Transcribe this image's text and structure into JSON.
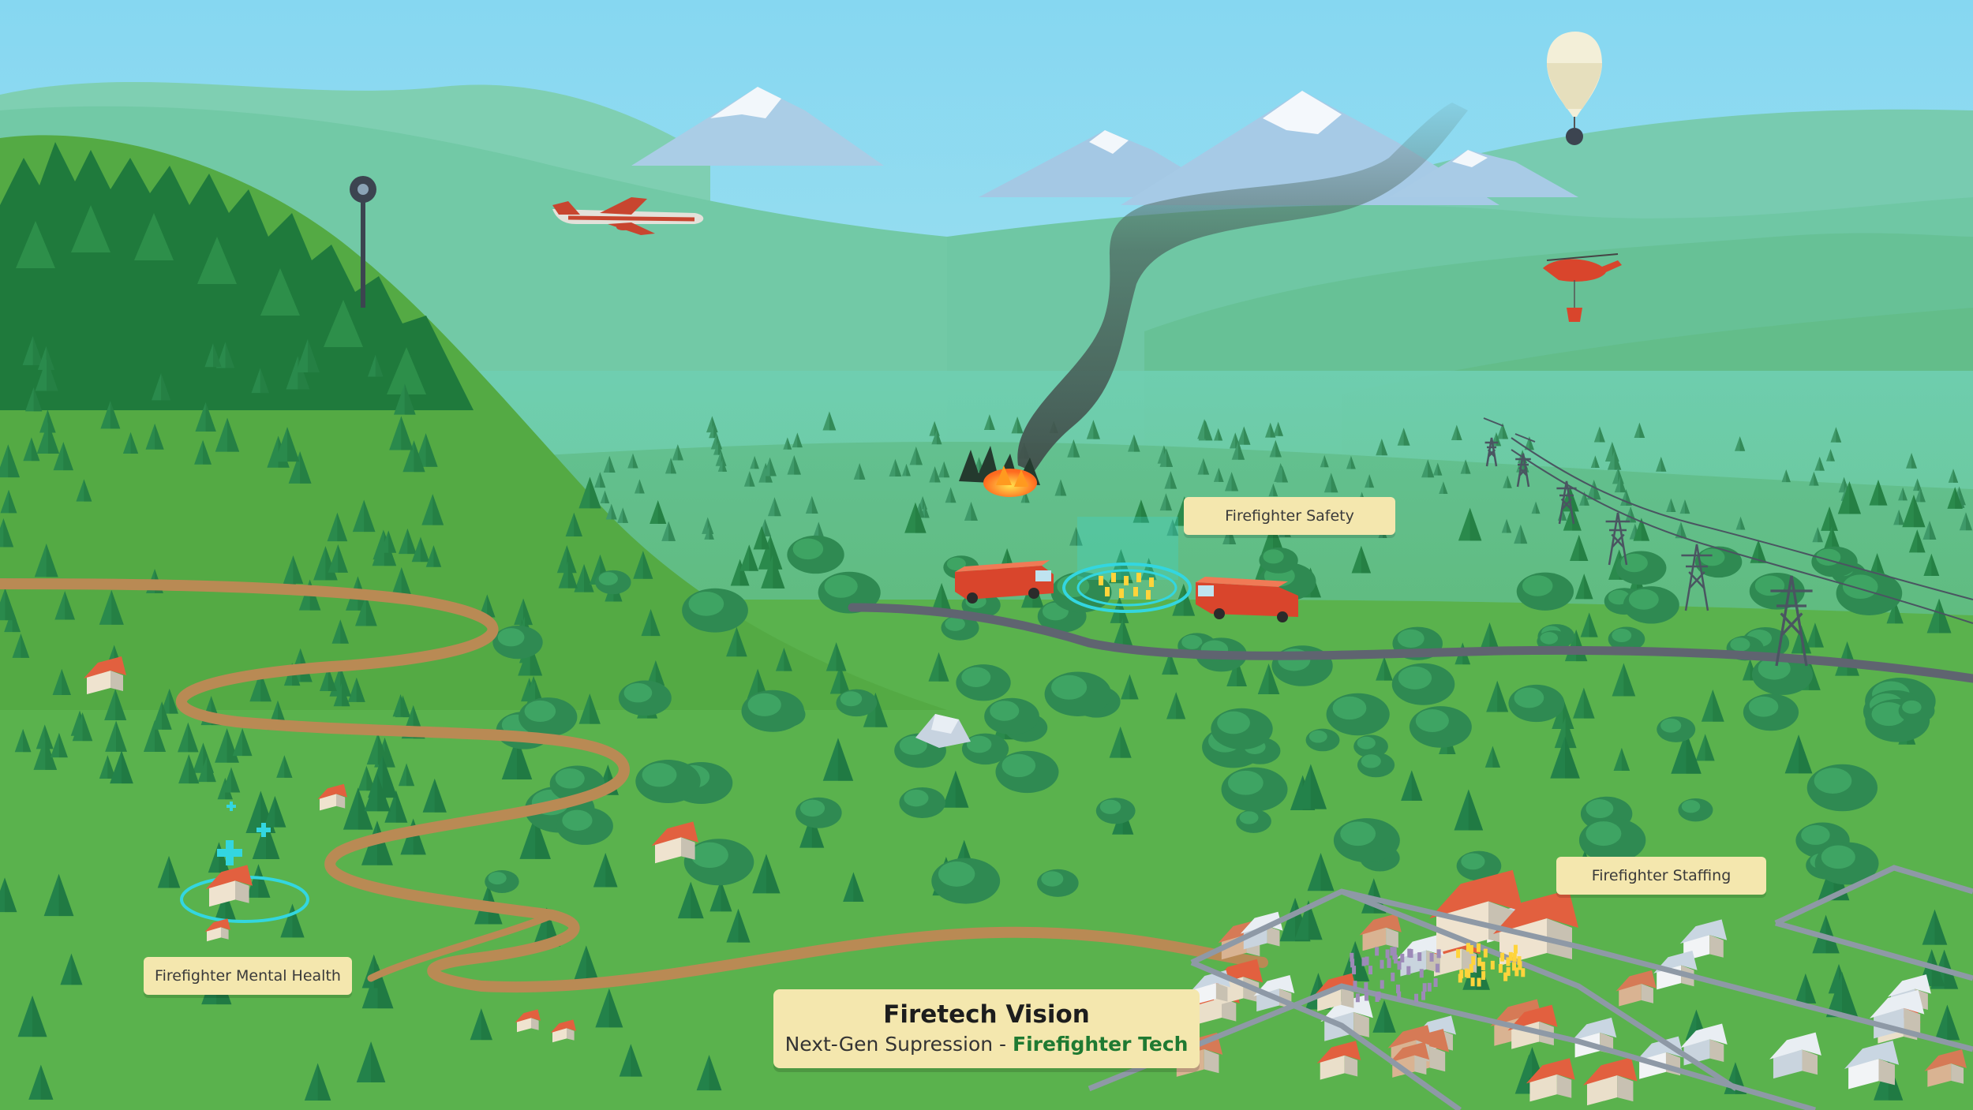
{
  "labels": {
    "firefighter_safety": "Firefighter Safety",
    "firefighter_staffing": "Firefighter Staffing",
    "firefighter_mental_health": "Firefighter Mental Health"
  },
  "title_card": {
    "title": "Firetech Vision",
    "subtitle_prefix": "Next-Gen Supression - ",
    "subtitle_accent": "Firefighter Tech"
  },
  "icons": [
    "airplane-icon",
    "helicopter-icon",
    "balloon-icon",
    "camera-tower-icon",
    "fire-icon",
    "power-tower-icon",
    "fire-truck-icon",
    "medical-cross-icon"
  ],
  "colors": {
    "sky": "#8fdcf2",
    "grass": "#5cb14f",
    "label_bg": "#f4e7ae",
    "accent_green": "#1f7a32",
    "truck_red": "#d9452c",
    "ring_cyan": "#33d6e0"
  }
}
